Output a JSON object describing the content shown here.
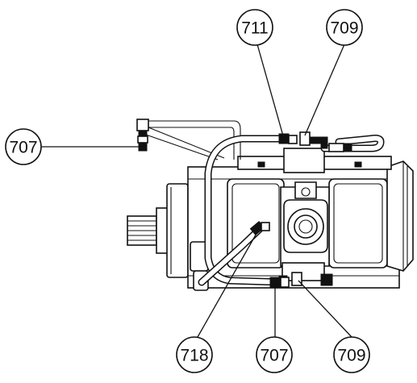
{
  "callouts": [
    {
      "id": "c711",
      "label": "711"
    },
    {
      "id": "c709a",
      "label": "709"
    },
    {
      "id": "c707a",
      "label": "707"
    },
    {
      "id": "c718",
      "label": "718"
    },
    {
      "id": "c707b",
      "label": "707"
    },
    {
      "id": "c709b",
      "label": "709"
    }
  ],
  "colors": {
    "line": "#111111",
    "background": "#ffffff"
  }
}
